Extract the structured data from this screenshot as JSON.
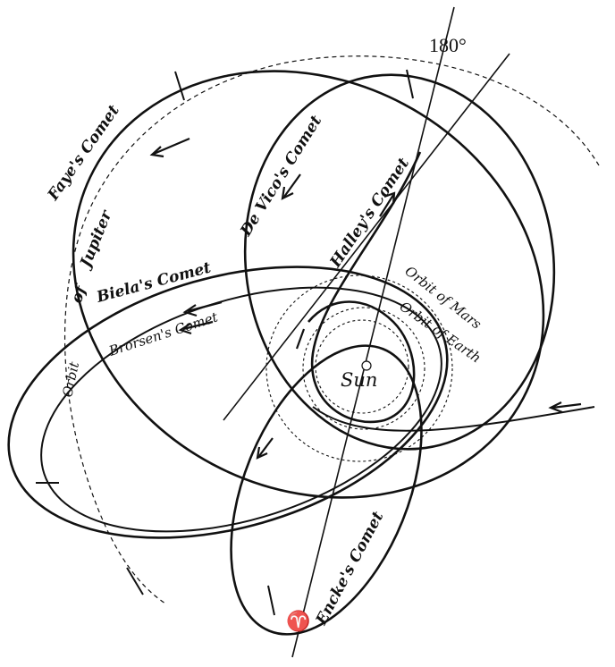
{
  "labels": {
    "faye": "Faye's Comet",
    "jupiter_of": "of",
    "jupiter": "Jupiter",
    "orbit": "Orbit",
    "devico": "De Vico's Comet",
    "halley": "Halley's Comet",
    "biela": "Biela's Comet",
    "brorsen": "Brorsen's Comet",
    "mars": "Orbit of Mars",
    "earth": "Orbit of Earth",
    "sun": "Sun",
    "encke": "Encke's Comet",
    "deg180": "180°",
    "aries": "♈"
  },
  "colors": {
    "ink": "#111111",
    "paper": "#ffffff"
  }
}
